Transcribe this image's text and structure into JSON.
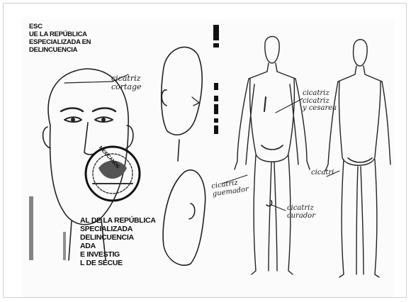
{
  "document": {
    "stamp_top": "ESC\nUE LA REPÚBLICA\nESPECIALIZADA EN\nDELINCUENCIA",
    "stamp_bottom": "AL DE LA REPÚBLICA\nSPECIALIZADA\nDELINCUENCIA\nADA\nE INVESTIG\nL DE SECUE",
    "seal_text": "MEXICANOS",
    "face_note": "cicatriz\ncortage",
    "torso_note": "cicatriz\ncicatriz\ny cesarea",
    "arm_note": "cicatriz\nguemador",
    "leg_note": "cicatriz\ncurador",
    "back_note": "cicatri"
  }
}
